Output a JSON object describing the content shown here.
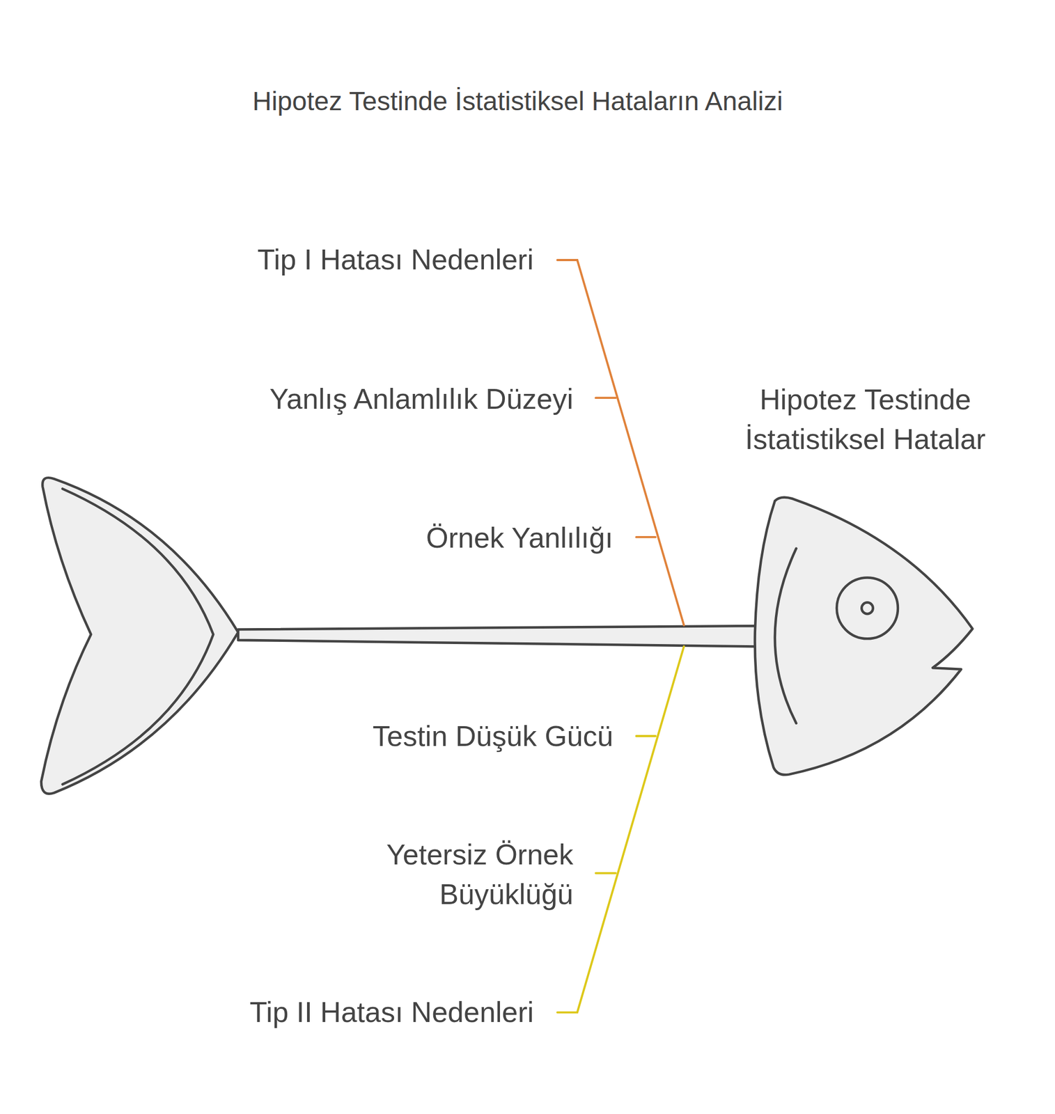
{
  "diagram": {
    "title": "Hipotez Testinde İstatistiksel Hataların Analizi",
    "labels": [
      "Tip I Hatası Nedenleri",
      "Yanlış Anlamlılık Düzeyi",
      "Hipotez Testinde İstatistiksel Hatalar",
      "Örnek Yanlılığı",
      "Testin Düşük Gücü",
      "Yetersiz Örnek Büyüklüğü",
      "Tip II Hatası Nedenleri"
    ]
  }
}
